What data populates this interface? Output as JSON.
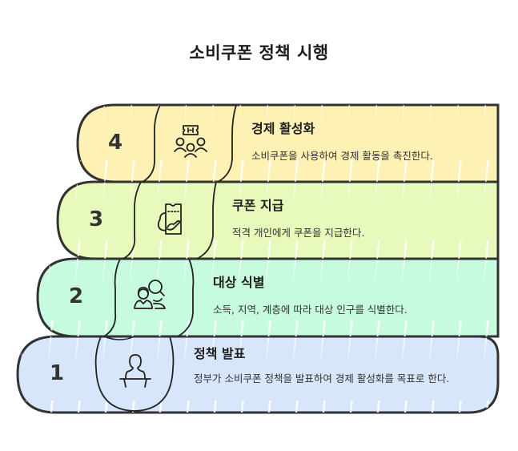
{
  "title": "소비쿠폰 정책 시행",
  "colors": {
    "row4": "#fdf2b3",
    "row3": "#e7f9bb",
    "row2": "#c6fbe0",
    "row1": "#d8e6fb",
    "outline": "#333333"
  },
  "steps": [
    {
      "number": "4",
      "icon": "ticket-people-icon",
      "title": "경제 활성화",
      "description": "소비쿠폰을 사용하여 경제 활동을 촉진한다."
    },
    {
      "number": "3",
      "icon": "coupon-hand-icon",
      "title": "쿠폰 지급",
      "description": "적격 개인에게 쿠폰을 지급한다."
    },
    {
      "number": "2",
      "icon": "people-search-icon",
      "title": "대상 식별",
      "description": "소득, 지역, 계층에 따라 대상 인구를 식별한다."
    },
    {
      "number": "1",
      "icon": "speaker-podium-icon",
      "title": "정책 발표",
      "description": "정부가 소비쿠폰 정책을 발표하여 경제 활성화를 목표로 한다."
    }
  ]
}
